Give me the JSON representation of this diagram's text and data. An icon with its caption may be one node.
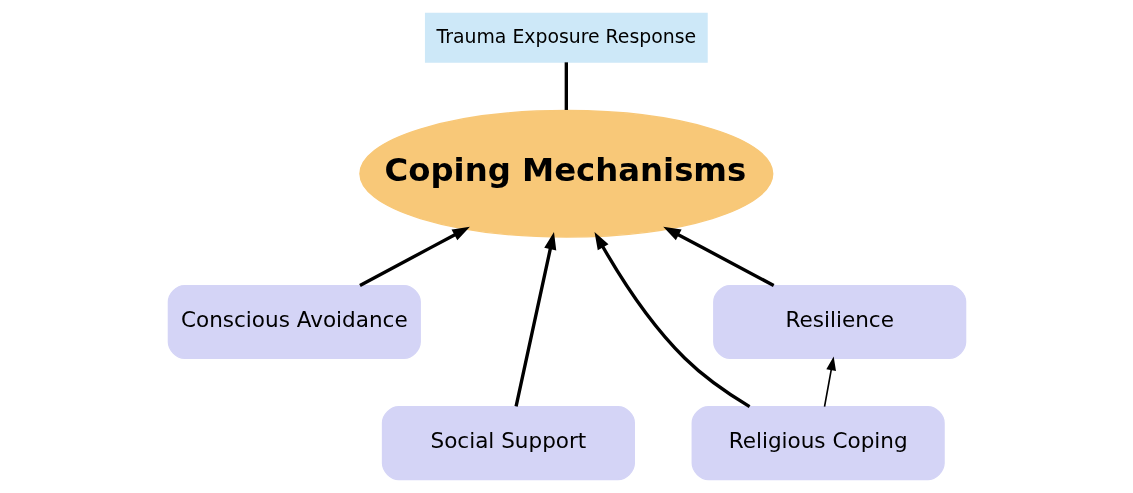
{
  "diagram": {
    "nodes": [
      {
        "text": [
          "Trauma Exposure Response"
        ]
      },
      {
        "text": [
          "Coping Mechanisms"
        ]
      },
      {
        "text": [
          "Conscious Avoidance"
        ]
      },
      {
        "text": [
          "Social Support"
        ]
      },
      {
        "text": [
          "Religious Coping"
        ]
      },
      {
        "text": [
          "Resilience"
        ]
      }
    ],
    "edges": [
      {
        "from": 0,
        "to": 1,
        "arrow": "none"
      },
      {
        "from": 2,
        "to": 1,
        "arrow": "to"
      },
      {
        "from": 3,
        "to": 1,
        "arrow": "to"
      },
      {
        "from": 4,
        "to": 1,
        "arrow": "to"
      },
      {
        "from": 5,
        "to": 1,
        "arrow": "to"
      },
      {
        "from": 4,
        "to": 5,
        "arrow": "to"
      }
    ]
  }
}
